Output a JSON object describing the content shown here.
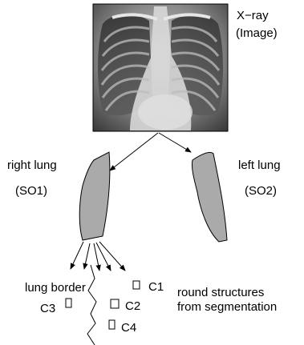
{
  "image_node": {
    "label_line1": "X−ray",
    "label_line2": "(Image)"
  },
  "nodes": {
    "right_lung": {
      "name": "right lung",
      "id": "(SO1)"
    },
    "left_lung": {
      "name": "left lung",
      "id": "(SO2)"
    }
  },
  "lung_border_label": "lung border",
  "candidates": [
    {
      "label": "C1"
    },
    {
      "label": "C2"
    },
    {
      "label": "C3"
    },
    {
      "label": "C4"
    }
  ],
  "round_structures_label": {
    "line1": "round structures",
    "line2": "from segmentation"
  },
  "colors": {
    "lung_fill": "#aaaaaa",
    "stroke": "#000000"
  }
}
